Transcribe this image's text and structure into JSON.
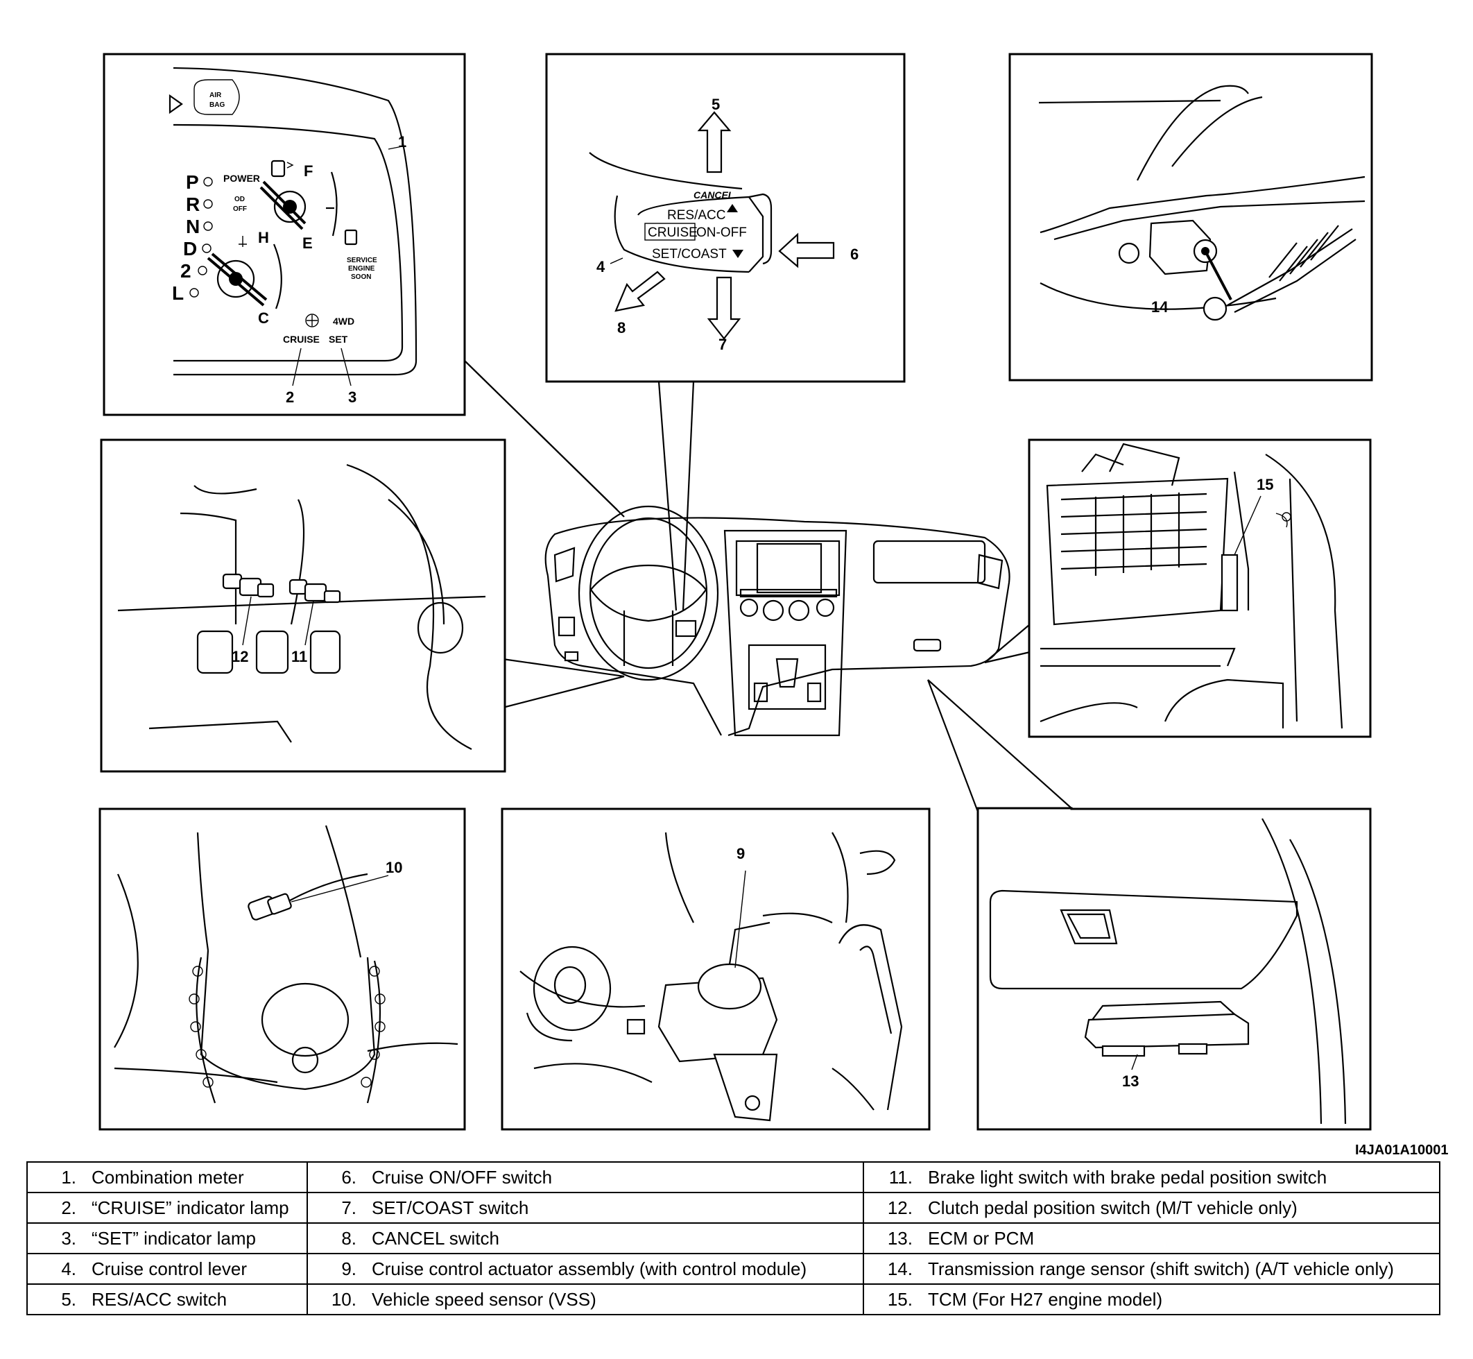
{
  "callouts": {
    "c1": "1",
    "c2": "2",
    "c3": "3",
    "c4": "4",
    "c5": "5",
    "c6": "6",
    "c7": "7",
    "c8": "8",
    "c9": "9",
    "c10": "10",
    "c11": "11",
    "c12": "12",
    "c13": "13",
    "c14": "14",
    "c15": "15"
  },
  "meter": {
    "gears": [
      "P",
      "R",
      "N",
      "D",
      "2",
      "L"
    ],
    "power": "POWER",
    "od": "OD",
    "off": "OFF",
    "airbag_1": "AIR",
    "airbag_2": "BAG",
    "fuel_f": "F",
    "fuel_e": "E",
    "temp_h": "H",
    "temp_c": "C",
    "cruise": "CRUISE",
    "set": "SET",
    "fwd": "4WD",
    "service_1": "SERVICE",
    "service_2": "ENGINE",
    "service_3": "SOON"
  },
  "lever": {
    "cancel": "CANCEL",
    "res_acc": "RES/ACC",
    "cruise": "CRUISE",
    "on_off": "ON-OFF",
    "set_coast": "SET/COAST"
  },
  "figure_ref": "I4JA01A10001",
  "legend": {
    "rows": [
      [
        {
          "num": "1.",
          "text": "Combination meter"
        },
        {
          "num": "6.",
          "text": "Cruise ON/OFF switch"
        },
        {
          "num": "11.",
          "text": "Brake light switch with brake pedal position switch"
        }
      ],
      [
        {
          "num": "2.",
          "text": "“CRUISE” indicator lamp"
        },
        {
          "num": "7.",
          "text": "SET/COAST switch"
        },
        {
          "num": "12.",
          "text": "Clutch pedal position switch (M/T vehicle only)"
        }
      ],
      [
        {
          "num": "3.",
          "text": "“SET” indicator lamp"
        },
        {
          "num": "8.",
          "text": "CANCEL switch"
        },
        {
          "num": "13.",
          "text": "ECM or PCM"
        }
      ],
      [
        {
          "num": "4.",
          "text": "Cruise control lever"
        },
        {
          "num": "9.",
          "text": "Cruise control actuator assembly (with control module)"
        },
        {
          "num": "14.",
          "text": "Transmission range sensor (shift switch) (A/T vehicle only)"
        }
      ],
      [
        {
          "num": "5.",
          "text": "RES/ACC switch"
        },
        {
          "num": "10.",
          "text": "Vehicle speed sensor (VSS)"
        },
        {
          "num": "15.",
          "text": "TCM (For H27 engine model)"
        }
      ]
    ]
  }
}
